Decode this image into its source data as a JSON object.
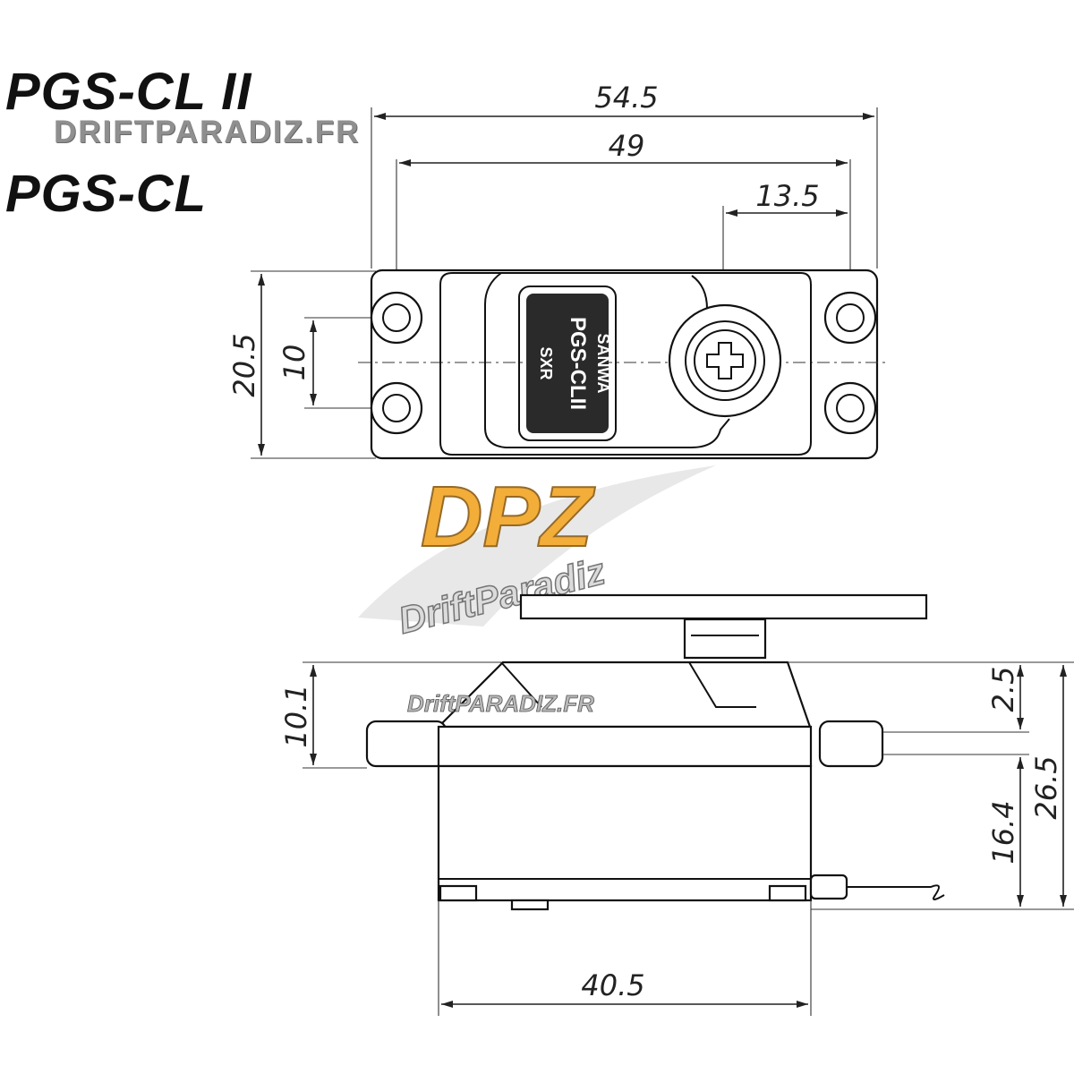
{
  "header": {
    "model_primary": "PGS-CL II",
    "website": "DRIFTPARADIZ.FR",
    "model_secondary": "PGS-CL"
  },
  "top_view": {
    "dim_overall_width": "54.5",
    "dim_mount_spacing": "49",
    "dim_output_offset": "13.5",
    "dim_height": "20.5",
    "dim_hole_spacing": "10",
    "label_lines": [
      "SANWA",
      "PGS-CLII",
      "SXR"
    ]
  },
  "side_view": {
    "dim_tab_height": "10.1",
    "dim_top_to_tab": "2.5",
    "dim_total_height": "26.5",
    "dim_body_height": "16.4",
    "dim_body_length": "40.5",
    "watermark_text": "DriftPARADIZ.FR"
  },
  "logo": {
    "monogram": "DPZ",
    "wordmark": "DriftParadiz",
    "colors": {
      "primary": "#f2a524",
      "secondary": "#c9c9c9"
    }
  }
}
